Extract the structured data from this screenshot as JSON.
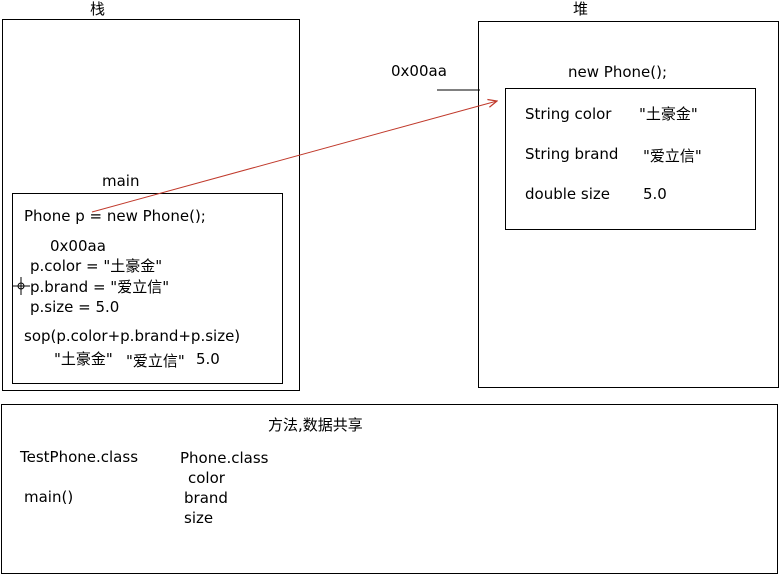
{
  "stack": {
    "title": "栈",
    "main_frame": {
      "label": "main",
      "lines": [
        "Phone p = new Phone();",
        "0x00aa",
        "p.color = \"土豪金\"",
        "p.brand = \"爱立信\"",
        "p.size = 5.0",
        "sop(p.color+p.brand+p.size)"
      ],
      "output": [
        "\"土豪金\"",
        "\"爱立信\"",
        "5.0"
      ]
    }
  },
  "heap": {
    "title": "堆",
    "address": "0x00aa",
    "object_label": "new Phone();",
    "fields": [
      {
        "name": "String color",
        "value": "\"土豪金\""
      },
      {
        "name": "String brand",
        "value": "\"爱立信\""
      },
      {
        "name": "double size",
        "value": "5.0"
      }
    ]
  },
  "method_area": {
    "title": "方法,数据共享",
    "classes": [
      {
        "name": "TestPhone.class",
        "members": [
          "main()"
        ]
      },
      {
        "name": "Phone.class",
        "members": [
          "color",
          "brand",
          "size"
        ]
      }
    ]
  },
  "colors": {
    "arrow": "#c0392b",
    "line": "#000000"
  }
}
